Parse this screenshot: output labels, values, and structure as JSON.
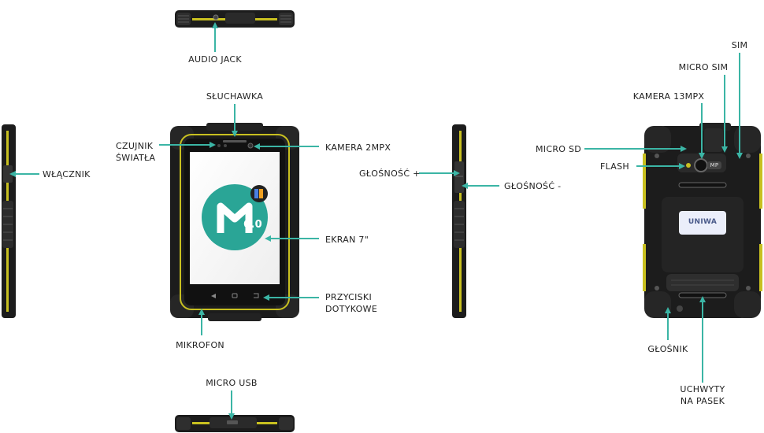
{
  "labels": {
    "audio_jack": "AUDIO JACK",
    "sluchawka": "SŁUCHAWKA",
    "czujnik_1": "CZUJNIK",
    "czujnik_2": "ŚWIATŁA",
    "kamera_2mpx": "KAMERA 2MPX",
    "wlacznik": "WŁĄCZNIK",
    "ekran": "EKRAN 7\"",
    "przyciski_1": "PRZYCISKI",
    "przyciski_2": "DOTYKOWE",
    "mikrofon": "MIKROFON",
    "micro_usb": "MICRO USB",
    "glosnosc_plus": "GŁOŚNOŚĆ +",
    "glosnosc_minus": "GŁOŚNOŚĆ -",
    "sim": "SIM",
    "micro_sim": "MICRO SIM",
    "kamera_13mpx": "KAMERA 13MPX",
    "micro_sd": "MICRO SD",
    "flash": "FLASH",
    "glosnik": "GŁOŚNIK",
    "uchwyty_1": "UCHWYTY",
    "uchwyty_2": "NA PASEK"
  },
  "device": {
    "screen_logo_text": "6.0",
    "back_logo_text": "UNIWA",
    "flash_badge": "MP"
  },
  "colors": {
    "arrow": "#3bb5a5",
    "body": "#1c1c1c",
    "accent": "#c8c020",
    "logo_teal": "#2aa596"
  }
}
